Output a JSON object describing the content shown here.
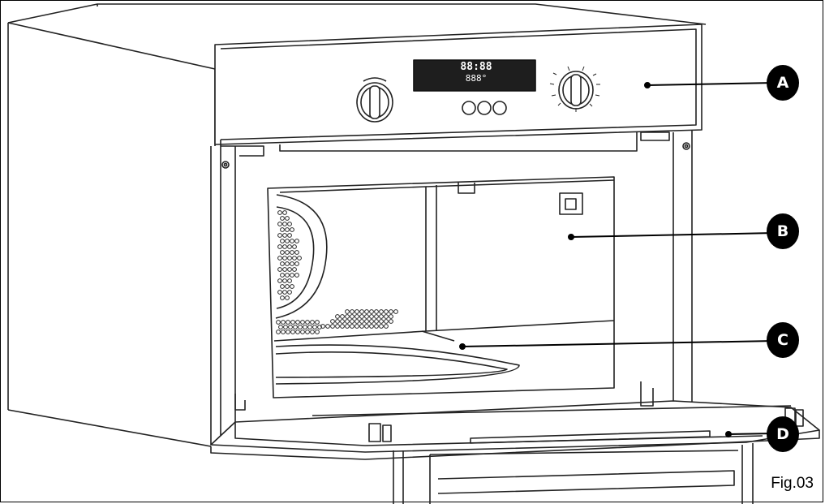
{
  "figure": {
    "label": "Fig.03"
  },
  "display": {
    "time": "88:88",
    "temp": "888°"
  },
  "callouts": [
    {
      "letter": "A"
    },
    {
      "letter": "B"
    },
    {
      "letter": "C"
    },
    {
      "letter": "D"
    }
  ]
}
